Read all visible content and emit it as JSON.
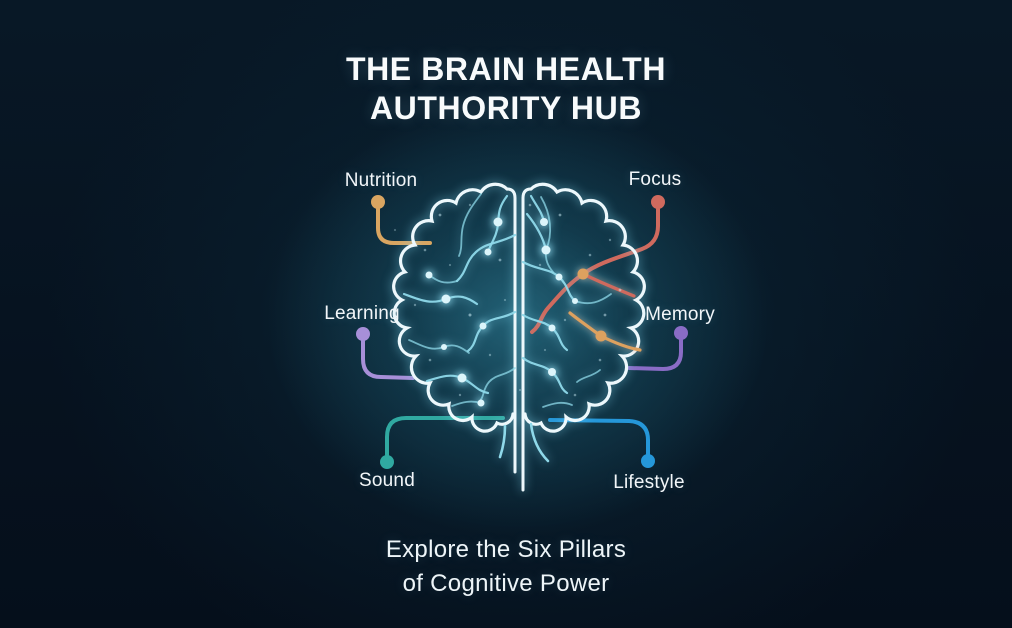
{
  "page": {
    "title_line1": "THE BRAIN HEALTH",
    "title_line2": "AUTHORITY HUB",
    "subtitle_line1": "Explore the Six Pillars",
    "subtitle_line2": "of Cognitive Power"
  },
  "pillars": [
    {
      "label": "Nutrition",
      "color": "#d9a561",
      "position": "top-left"
    },
    {
      "label": "Focus",
      "color": "#cf6a5e",
      "position": "top-right"
    },
    {
      "label": "Learning",
      "color": "#a78fd8",
      "position": "middle-left"
    },
    {
      "label": "Memory",
      "color": "#8a6cc6",
      "position": "middle-right"
    },
    {
      "label": "Sound",
      "color": "#30a9a1",
      "position": "bottom-left"
    },
    {
      "label": "Lifestyle",
      "color": "#2597d9",
      "position": "bottom-right"
    }
  ],
  "brain": {
    "icon": "brain-illustration",
    "outline_color": "#edf8fc",
    "branch_color": "#8fd9ea",
    "branch_lite_color": "#c2ecf6",
    "node_color": "#dcf5fb",
    "accent_coral": "#cf6a5e",
    "accent_orange": "#dda15f",
    "sparkle_color": "#cdeef7"
  },
  "background": {
    "base": "#06121f",
    "glow": "#1c5c72"
  }
}
